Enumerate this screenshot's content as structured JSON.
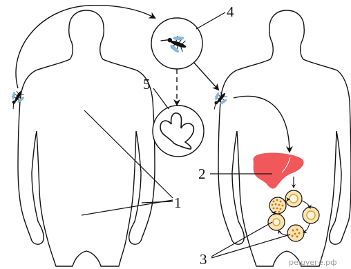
{
  "diagram": {
    "labels": [
      {
        "id": "1",
        "text": "1"
      },
      {
        "id": "2",
        "text": "2"
      },
      {
        "id": "3",
        "text": "3"
      },
      {
        "id": "4",
        "text": "4"
      },
      {
        "id": "5",
        "text": "5"
      }
    ],
    "watermark": "решуеге.рф",
    "colors": {
      "outline": "#111111",
      "liver": "#f0585b",
      "cell_fill": "#fde3b2",
      "cell_edge": "#d9a040",
      "parasite_dots": "#c8781a",
      "mosquito_wing": "#86b9dc"
    }
  }
}
